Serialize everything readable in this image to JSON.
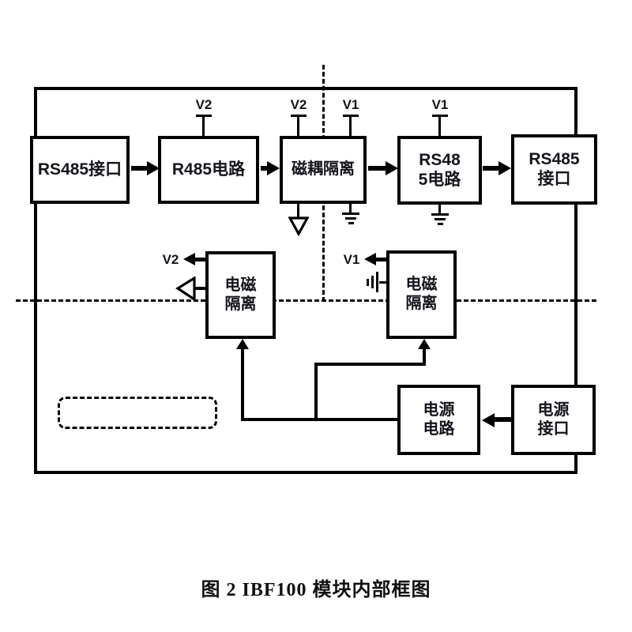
{
  "figure": {
    "caption": "图 2  IBF100 模块内部框图"
  },
  "diagram": {
    "blocks": {
      "rs485_iface_left": {
        "label": "RS485接口"
      },
      "r485_circuit": {
        "label": "R485电路"
      },
      "mag_isolation": {
        "label": "磁耦隔离"
      },
      "rs485_circuit": {
        "label": "RS48\n5电路"
      },
      "rs485_iface_right": {
        "label": "RS485\n接口"
      },
      "em_isolation_left": {
        "label": "电磁\n隔离"
      },
      "em_isolation_right": {
        "label": "电磁\n隔离"
      },
      "power_circuit": {
        "label": "电源\n电路"
      },
      "power_iface": {
        "label": "电源\n接口"
      }
    },
    "power_rails": {
      "v2_r485_circuit": "V2",
      "v2_mag_isolation": "V2",
      "v1_mag_isolation": "V1",
      "v1_rs485_circuit": "V1",
      "v2_em_isolation_left": "V2",
      "v1_em_isolation_right": "V1"
    },
    "colors": {
      "line": "#000000",
      "text": "#14141c",
      "background": "#ffffff"
    }
  }
}
